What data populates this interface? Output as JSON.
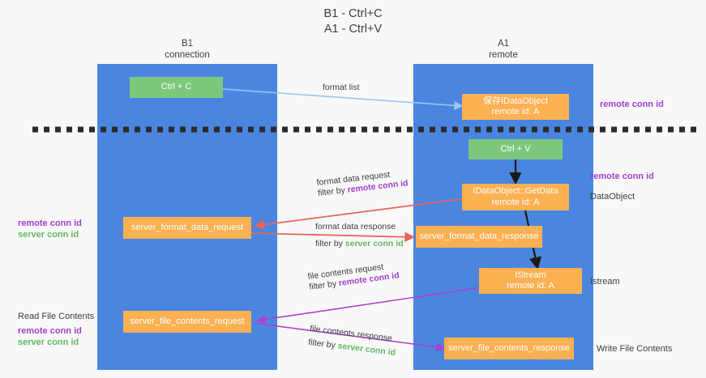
{
  "title": {
    "line1": "B1 - Ctrl+C",
    "line2": "A1 - Ctrl+V"
  },
  "columns": [
    {
      "name": "B1",
      "role": "connection"
    },
    {
      "name": "A1",
      "role": "remote"
    }
  ],
  "colors": {
    "lane": "#4a86e0",
    "green_box": "#7ec87e",
    "orange_box": "#fbb052",
    "remote_conn_id": "#a23fd0",
    "server_conn_id": "#63b863",
    "arrow_format_list": "#9ec5f0",
    "arrow_format_data": "#e8645c",
    "arrow_file_contents": "#b03fc8",
    "arrow_local": "#1a1a1a",
    "divider": "#2b2b2b"
  },
  "boxes": {
    "ctrl_c": "Ctrl + C",
    "ctrl_v": "Ctrl + V",
    "save_idataobject_l1": "保存IDataObject",
    "save_idataobject_l2": "remote id: A",
    "getdata_l1": "IDataObject::GetData",
    "getdata_l2": "remote id: A",
    "istream_l1": "IStream",
    "istream_l2": "remote id: A",
    "server_format_data_request": "server_format_data_request",
    "server_format_data_response": "server_format_data_response",
    "server_file_contents_request": "server_file_contents_request",
    "server_file_contents_response": "server_file_contents_response"
  },
  "right_labels": {
    "remote_conn_id_top": "remote conn id",
    "remote_conn_id_mid": "remote conn id",
    "dataobject": "DataObject",
    "istream": "Istream",
    "write_file_contents": "Write File Contents"
  },
  "left_labels": {
    "remote_conn_id_1": "remote conn id",
    "server_conn_id_1": "server conn id",
    "read_file_contents": "Read File Contents",
    "remote_conn_id_2": "remote conn id",
    "server_conn_id_2": "server conn id"
  },
  "edges": [
    {
      "id": "format-list",
      "label": "format list",
      "filter_prefix": "",
      "filter_value": ""
    },
    {
      "id": "format-data-request",
      "label": "format data request",
      "filter_prefix": "filter by ",
      "filter_value": "remote conn id"
    },
    {
      "id": "format-data-response",
      "label": "format data response",
      "filter_prefix": "filter by ",
      "filter_value": "server conn id"
    },
    {
      "id": "file-contents-request",
      "label": "file contents request",
      "filter_prefix": "filter by ",
      "filter_value": "remote conn id"
    },
    {
      "id": "file-contents-response",
      "label": "file contents response",
      "filter_prefix": "filter by ",
      "filter_value": "server conn id"
    }
  ]
}
